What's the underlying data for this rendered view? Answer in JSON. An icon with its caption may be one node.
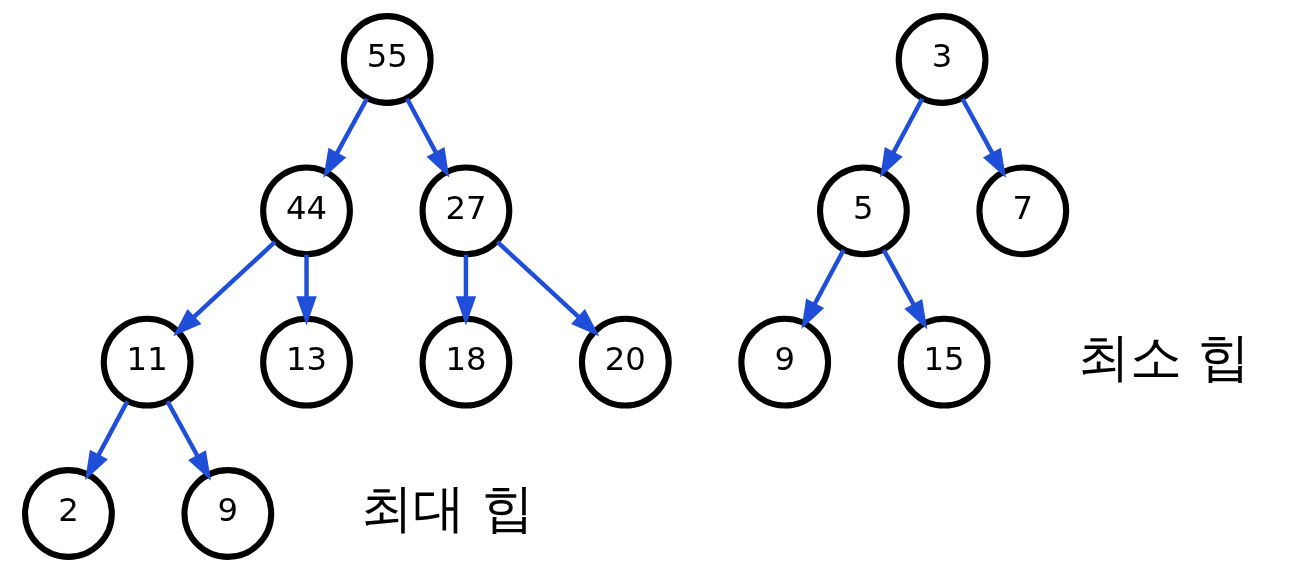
{
  "diagram": {
    "nodes": [
      {
        "text": [
          "55"
        ]
      },
      {
        "text": [
          "44"
        ]
      },
      {
        "text": [
          "27"
        ]
      },
      {
        "text": [
          "11"
        ]
      },
      {
        "text": [
          "13"
        ]
      },
      {
        "text": [
          "18"
        ]
      },
      {
        "text": [
          "20"
        ]
      },
      {
        "text": [
          "2"
        ]
      },
      {
        "text": [
          "9"
        ]
      },
      {
        "text": [
          "3"
        ]
      },
      {
        "text": [
          "5"
        ]
      },
      {
        "text": [
          "7"
        ]
      },
      {
        "text": [
          "9"
        ]
      },
      {
        "text": [
          "15"
        ]
      }
    ],
    "edges": [
      {
        "from": 0,
        "to": 1,
        "arrow": "to"
      },
      {
        "from": 0,
        "to": 2,
        "arrow": "to"
      },
      {
        "from": 1,
        "to": 3,
        "arrow": "to"
      },
      {
        "from": 1,
        "to": 4,
        "arrow": "to"
      },
      {
        "from": 2,
        "to": 5,
        "arrow": "to"
      },
      {
        "from": 2,
        "to": 6,
        "arrow": "to"
      },
      {
        "from": 3,
        "to": 7,
        "arrow": "to"
      },
      {
        "from": 3,
        "to": 8,
        "arrow": "to"
      },
      {
        "from": 9,
        "to": 10,
        "arrow": "to"
      },
      {
        "from": 9,
        "to": 11,
        "arrow": "to"
      },
      {
        "from": 10,
        "to": 12,
        "arrow": "to"
      },
      {
        "from": 10,
        "to": 13,
        "arrow": "to"
      }
    ],
    "labels": [
      "최대 힙",
      "최소 힙"
    ]
  }
}
